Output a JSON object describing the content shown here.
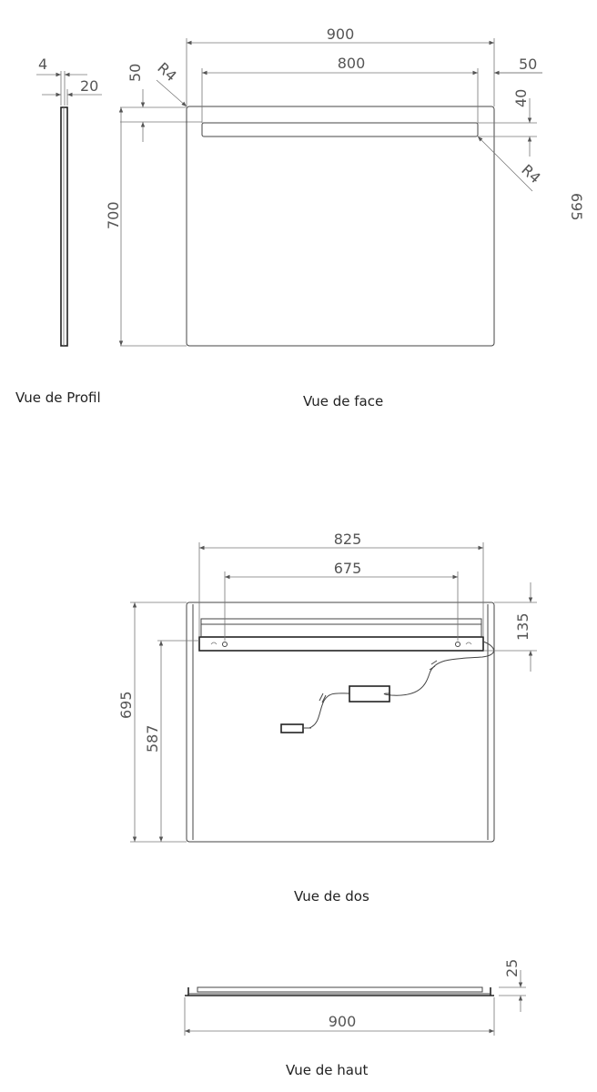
{
  "views": {
    "profile": {
      "caption": "Vue de Profil",
      "dims": {
        "d4": "4",
        "d20": "20",
        "d50": "50",
        "d700": "700"
      }
    },
    "face": {
      "caption": "Vue de face",
      "dims": {
        "d900": "900",
        "d800": "800",
        "d50": "50",
        "d40": "40",
        "r4_top": "R4",
        "r4_bottom": "R4",
        "cut_off": "695"
      }
    },
    "back": {
      "caption": "Vue de dos",
      "dims": {
        "d825": "825",
        "d675": "675",
        "d135": "135",
        "d695": "695",
        "d587": "587"
      }
    },
    "top": {
      "caption": "Vue de haut",
      "dims": {
        "d900": "900",
        "d25": "25"
      }
    }
  }
}
